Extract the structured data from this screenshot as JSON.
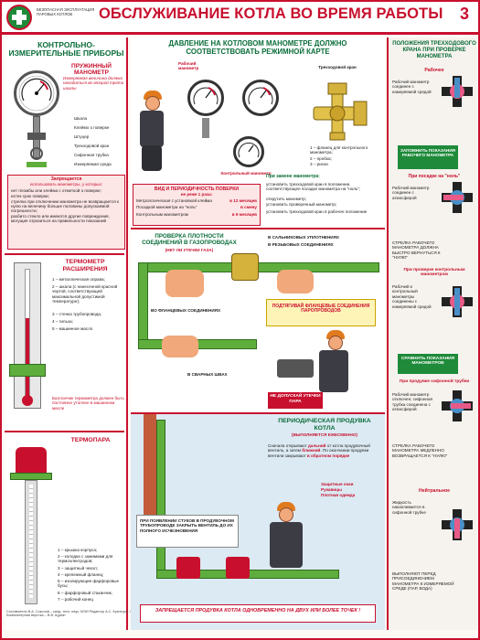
{
  "header": {
    "series": "БЕЗОПАСНАЯ ЭКСПЛУАТАЦИЯ ПАРОВЫХ КОТЛОВ",
    "title": "ОБСЛУЖИВАНИЕ КОТЛА ВО ВРЕМЯ РАБОТЫ",
    "page_number": "3"
  },
  "left": {
    "instruments_title": "КОНТРОЛЬНО-ИЗМЕРИТЕЛЬНЫЕ ПРИБОРЫ",
    "spring_gauge_title": "ПРУЖИННЫЙ МАНОМЕТР",
    "gauge_note": "Измеряемая величина должна находиться во второй трети шкалы",
    "parts": [
      "Шкала",
      "Клеймо о поверке",
      "Штуцер",
      "Трехходовой кран",
      "Сифонная трубка",
      "Измеряемая среда"
    ],
    "prohibited_title": "Запрещается",
    "prohibited_sub": "использовать манометры, у которых:",
    "prohibited_items": [
      "нет пломбы или клейма с отметкой о поверке;",
      "истек срок поверки;",
      "стрелка при отключении манометра не возвращается к нулю на величину больше половины допускаемой погрешности;",
      "разбито стекло или имеются другие повреждения, могущие отразиться на правильности показаний"
    ],
    "thermometer_title": "ТЕРМОМЕТР РАСШИРЕНИЯ",
    "thermometer_parts": [
      "1 – металлическая оправа;",
      "2 – шкала (с нанесенной красной чертой, соответствующей максимальной допустимой температуре);",
      "3 – стенка трубопровода;",
      "4 – гильза;",
      "5 – машинное масло"
    ],
    "thermometer_note": "Баллончик термометра должен быть постоянно утоплен в машинном масле",
    "thermocouple_title": "ТЕРМОПАРА",
    "thermocouple_parts": [
      "1 – крышка корпуса;",
      "2 – колодка с зажимами для термоэлектродов;",
      "3 – защитный чехол;",
      "4 – крепежный фланец;",
      "5 – изолирующие фарфоровые бусы;",
      "6 – фарфоровый стаканчик;",
      "7 – рабочий конец"
    ],
    "credits": "Составитель В.А. Соколов – канд. техн. наук, МЭИ Редактор А.С. Кузнецов. Художник В.Л. Голиков Компьютерная верстка – В.В. Щукин"
  },
  "middle": {
    "pressure_title": "ДАВЛЕНИЕ НА КОТЛОВОМ МАНОМЕТРЕ ДОЛЖНО СООТВЕТСТВОВАТЬ РЕЖИМНОЙ КАРТЕ",
    "working_gauge": "Рабочий манометр",
    "control_gauge": "Контрольный манометр",
    "three_way_valve": "Трехходовой кран",
    "valve_parts": [
      "1 – фланец для контрольного манометра;",
      "2 – пробка;",
      "3 – риски"
    ],
    "check_title": "Вид и периодичность поверки",
    "check_sub": "не реже 1 раза:",
    "check_rows": [
      {
        "label": "Метрологическая с установкой клейма",
        "value": "в 12 месяцев"
      },
      {
        "label": "Посадкой манометра на \"ноль\"",
        "value": "в смену"
      },
      {
        "label": "Контрольным манометром",
        "value": "в 6 месяцев"
      }
    ],
    "replace_title": "При замене манометра:",
    "replace_items": [
      "установить трехходовой кран в положение, соответствующее посадке манометра на \"ноль\";",
      "открутить манометр;",
      "установить проверенный манометр;",
      "установить трехходовой кран в рабочее положение"
    ],
    "tightness_title": "ПРОВЕРКА ПЛОТНОСТИ СОЕДИНЕНИЙ В ГАЗОПРОВОДАХ",
    "tightness_sub": "(НЕТ ЛИ УТЕЧКИ ГАЗА)",
    "gland_seals": "В САЛЬНИКОВЫХ УПЛОТНЕНИЯХ",
    "threaded": "В РЕЗЬБОВЫХ СОЕДИНЕНИЯХ",
    "flanged": "ВО ФЛАНЦЕВЫХ СОЕДИНЕНИЯХ",
    "tighten": "ПОДТЯГИВАЙ ФЛАНЦЕВЫЕ СОЕДИНЕНИЯ ПАРОПРОВОДОВ",
    "welds": "В СВАРНЫХ ШВАХ",
    "no_steam": "НЕ ДОПУСКАЙ УТЕЧКИ ПАРА",
    "blowdown_title": "ПЕРИОДИЧЕСКАЯ ПРОДУВКА КОТЛА",
    "blowdown_sub": "(ВЫПОЛНЯЕТСЯ ЕЖЕСМЕННО)",
    "blowdown_text_1": "Сначала открывают ",
    "blowdown_far": "дальний",
    "blowdown_text_2": " от котла продувочный вентиль, а затем ",
    "blowdown_near": "ближний",
    "blowdown_text_3": ". По окончании продувки вентили закрывают ",
    "blowdown_reverse": "в обратном порядке",
    "ppe": [
      "Защитные очки",
      "Рукавицы",
      "Плотная одежда"
    ],
    "knock_note": "ПРИ ПОЯВЛЕНИИ СТУКОВ В ПРОДУВОЧНОМ ТРУБОПРОВОДЕ ЗАКРЫТЬ ВЕНТИЛЬ ДО ИХ ПОЛНОГО ИСЧЕЗНОВЕНИЯ",
    "prohibit_blowdown": "ЗАПРЕЩАЕТСЯ ПРОДУВКА КОТЛА ОДНОВРЕМЕННО НА ДВУХ ИЛИ БОЛЕЕ ТОЧЕК !"
  },
  "right": {
    "title": "ПОЛОЖЕНИЯ ТРЕХХОДОВОГО КРАНА ПРИ ПРОВЕРКЕ МАНОМЕТРА",
    "working": "Рабочее",
    "working_note": "Рабочий манометр соединен с измеряемой средой",
    "remember": "ЗАПОМНИТЬ ПОКАЗАНИЯ РАБОЧЕГО МАНОМЕТРА",
    "zero": "При посадке на \"ноль\"",
    "zero_note": "Рабочий манометр соединен с атмосферой",
    "zero_arrow": "СТРЕЛКА РАБОЧЕГО МАНОМЕТРА ДОЛЖНА БЫСТРО ВЕРНУТЬСЯ К \"НУЛЮ\"",
    "control": "При проверке контрольным манометром",
    "control_note": "Рабочий и контрольный манометры соединены с измеряемой средой",
    "compare": "СРАВНИТЬ ПОКАЗАНИЯ МАНОМЕТРОВ",
    "siphon": "При продувке сифонной трубки",
    "siphon_note": "Рабочий манометр отключен; сифонная трубка соединена с атмосферой",
    "siphon_arrow": "СТРЕЛКА РАБОЧЕГО МАНОМЕТРА МЕДЛЕННО ВОЗВРАЩАЕТСЯ К \"НУЛЮ\"",
    "neutral": "Нейтральное",
    "neutral_note": "Жидкость накапливается в сифонной трубке",
    "neutral_arrow": "ВЫПОЛНЯЮТ ПЕРЕД ПРИСОЕДИНЕНИЕМ МАНОМЕТРА К ИЗМЕРЯЕМОЙ СРЕДЕ (ПАР, ВОДА)"
  }
}
